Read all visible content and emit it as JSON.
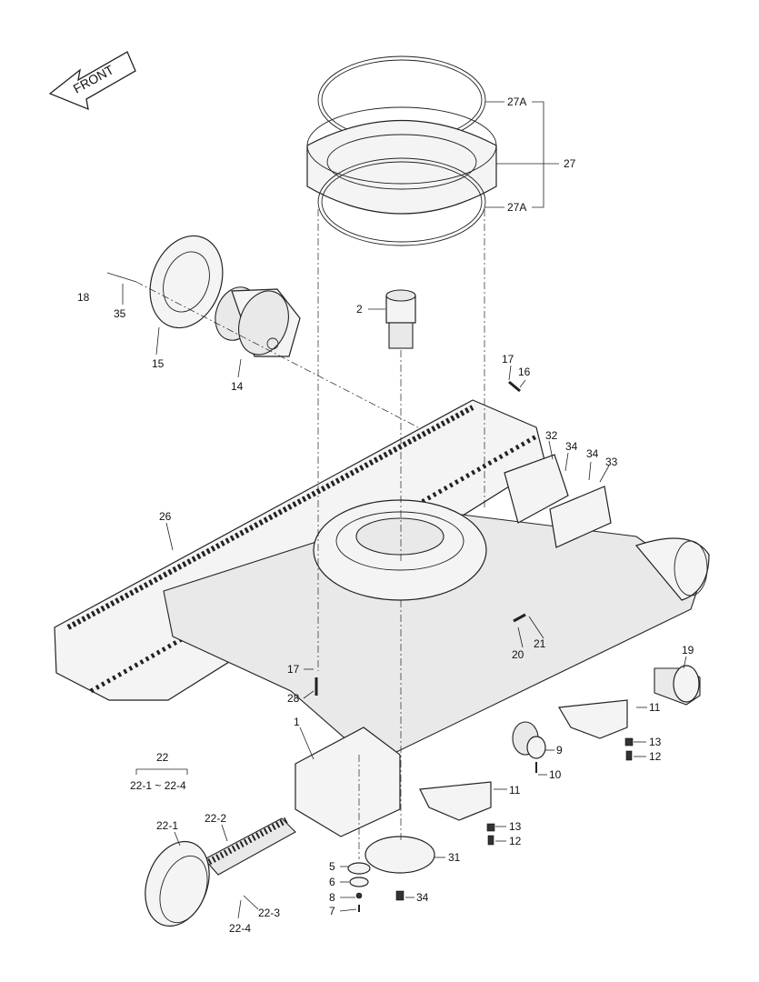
{
  "direction_label": "FRONT",
  "parts": {
    "p1": "1",
    "p2": "2",
    "p5": "5",
    "p6": "6",
    "p7": "7",
    "p8": "8",
    "p9": "9",
    "p10": "10",
    "p11a": "11",
    "p11b": "11",
    "p12a": "12",
    "p12b": "12",
    "p13a": "13",
    "p13b": "13",
    "p14": "14",
    "p15": "15",
    "p16": "16",
    "p17a": "17",
    "p17b": "17",
    "p18": "18",
    "p19": "19",
    "p20": "20",
    "p21": "21",
    "p22": "22",
    "p22range": "22-1 ~ 22-4",
    "p22_1": "22-1",
    "p22_2": "22-2",
    "p22_3": "22-3",
    "p22_4": "22-4",
    "p26": "26",
    "p27": "27",
    "p27a_top": "27A",
    "p27a_bot": "27A",
    "p28": "28",
    "p31": "31",
    "p32": "32",
    "p33": "33",
    "p34a": "34",
    "p34b": "34",
    "p34c": "34",
    "p35": "35"
  }
}
